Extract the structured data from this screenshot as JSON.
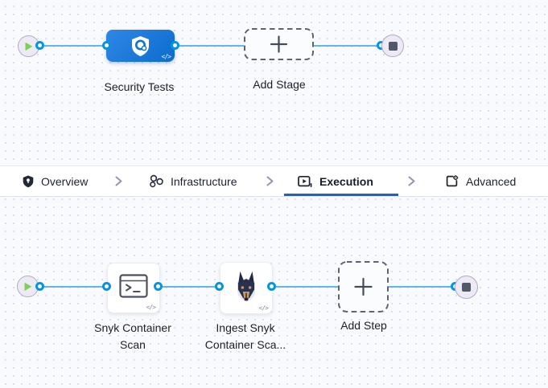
{
  "stage_flow": {
    "stage_label": "Security Tests",
    "add_stage_label": "Add Stage",
    "code_badge": "</>"
  },
  "tab_bar": {
    "tabs": [
      {
        "label": "Overview",
        "icon": "shield-icon",
        "active": false
      },
      {
        "label": "Infrastructure",
        "icon": "cluster-icon",
        "active": false
      },
      {
        "label": "Execution",
        "icon": "play-box-icon",
        "active": true
      },
      {
        "label": "Advanced",
        "icon": "file-gear-icon",
        "active": false
      }
    ]
  },
  "step_flow": {
    "steps": [
      {
        "line1": "Snyk Container",
        "line2": "Scan",
        "icon": "terminal-icon"
      },
      {
        "line1": "Ingest Snyk",
        "line2": "Container Sca...",
        "icon": "snyk-dog-icon"
      }
    ],
    "add_step_label": "Add Step",
    "code_badge": "</>"
  },
  "colors": {
    "connector_line": "#61b7e9",
    "connector_dot_ring": "#0096e0",
    "stage_gradient_start": "#2f87e6",
    "stage_gradient_end": "#0c6ccd",
    "active_tab_underline": "#1766c4",
    "play_green": "#7ed057",
    "stop_square": "#515869"
  }
}
